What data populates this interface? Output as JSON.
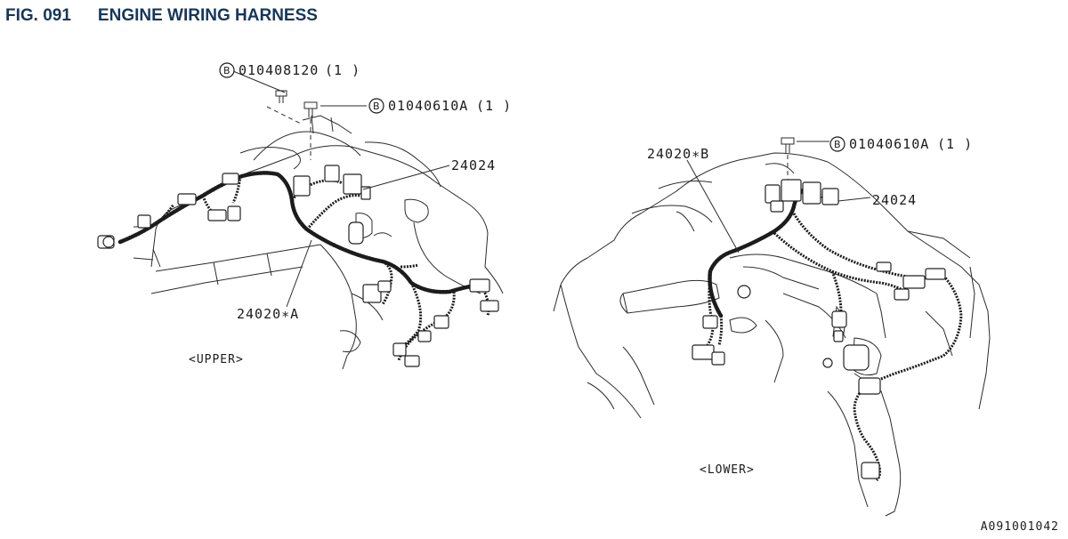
{
  "header": {
    "fig_number": "FIG. 091",
    "title": "ENGINE WIRING HARNESS"
  },
  "upper": {
    "bolt_1": {
      "symbol": "B",
      "part": "010408120",
      "qty": "(1 )"
    },
    "bolt_2": {
      "symbol": "B",
      "part": "01040610A",
      "qty": "(1 )"
    },
    "relay_label": "24024",
    "harness_label": "24020∗A",
    "view_label": "<UPPER>"
  },
  "lower": {
    "bolt": {
      "symbol": "B",
      "part": "01040610A",
      "qty": "(1 )"
    },
    "harness_label": "24020∗B",
    "relay_label": "24024",
    "view_label": "<LOWER>"
  },
  "figure_code": "A091001042",
  "colors": {
    "header": "#16365c",
    "ink": "#1a1a1a"
  }
}
